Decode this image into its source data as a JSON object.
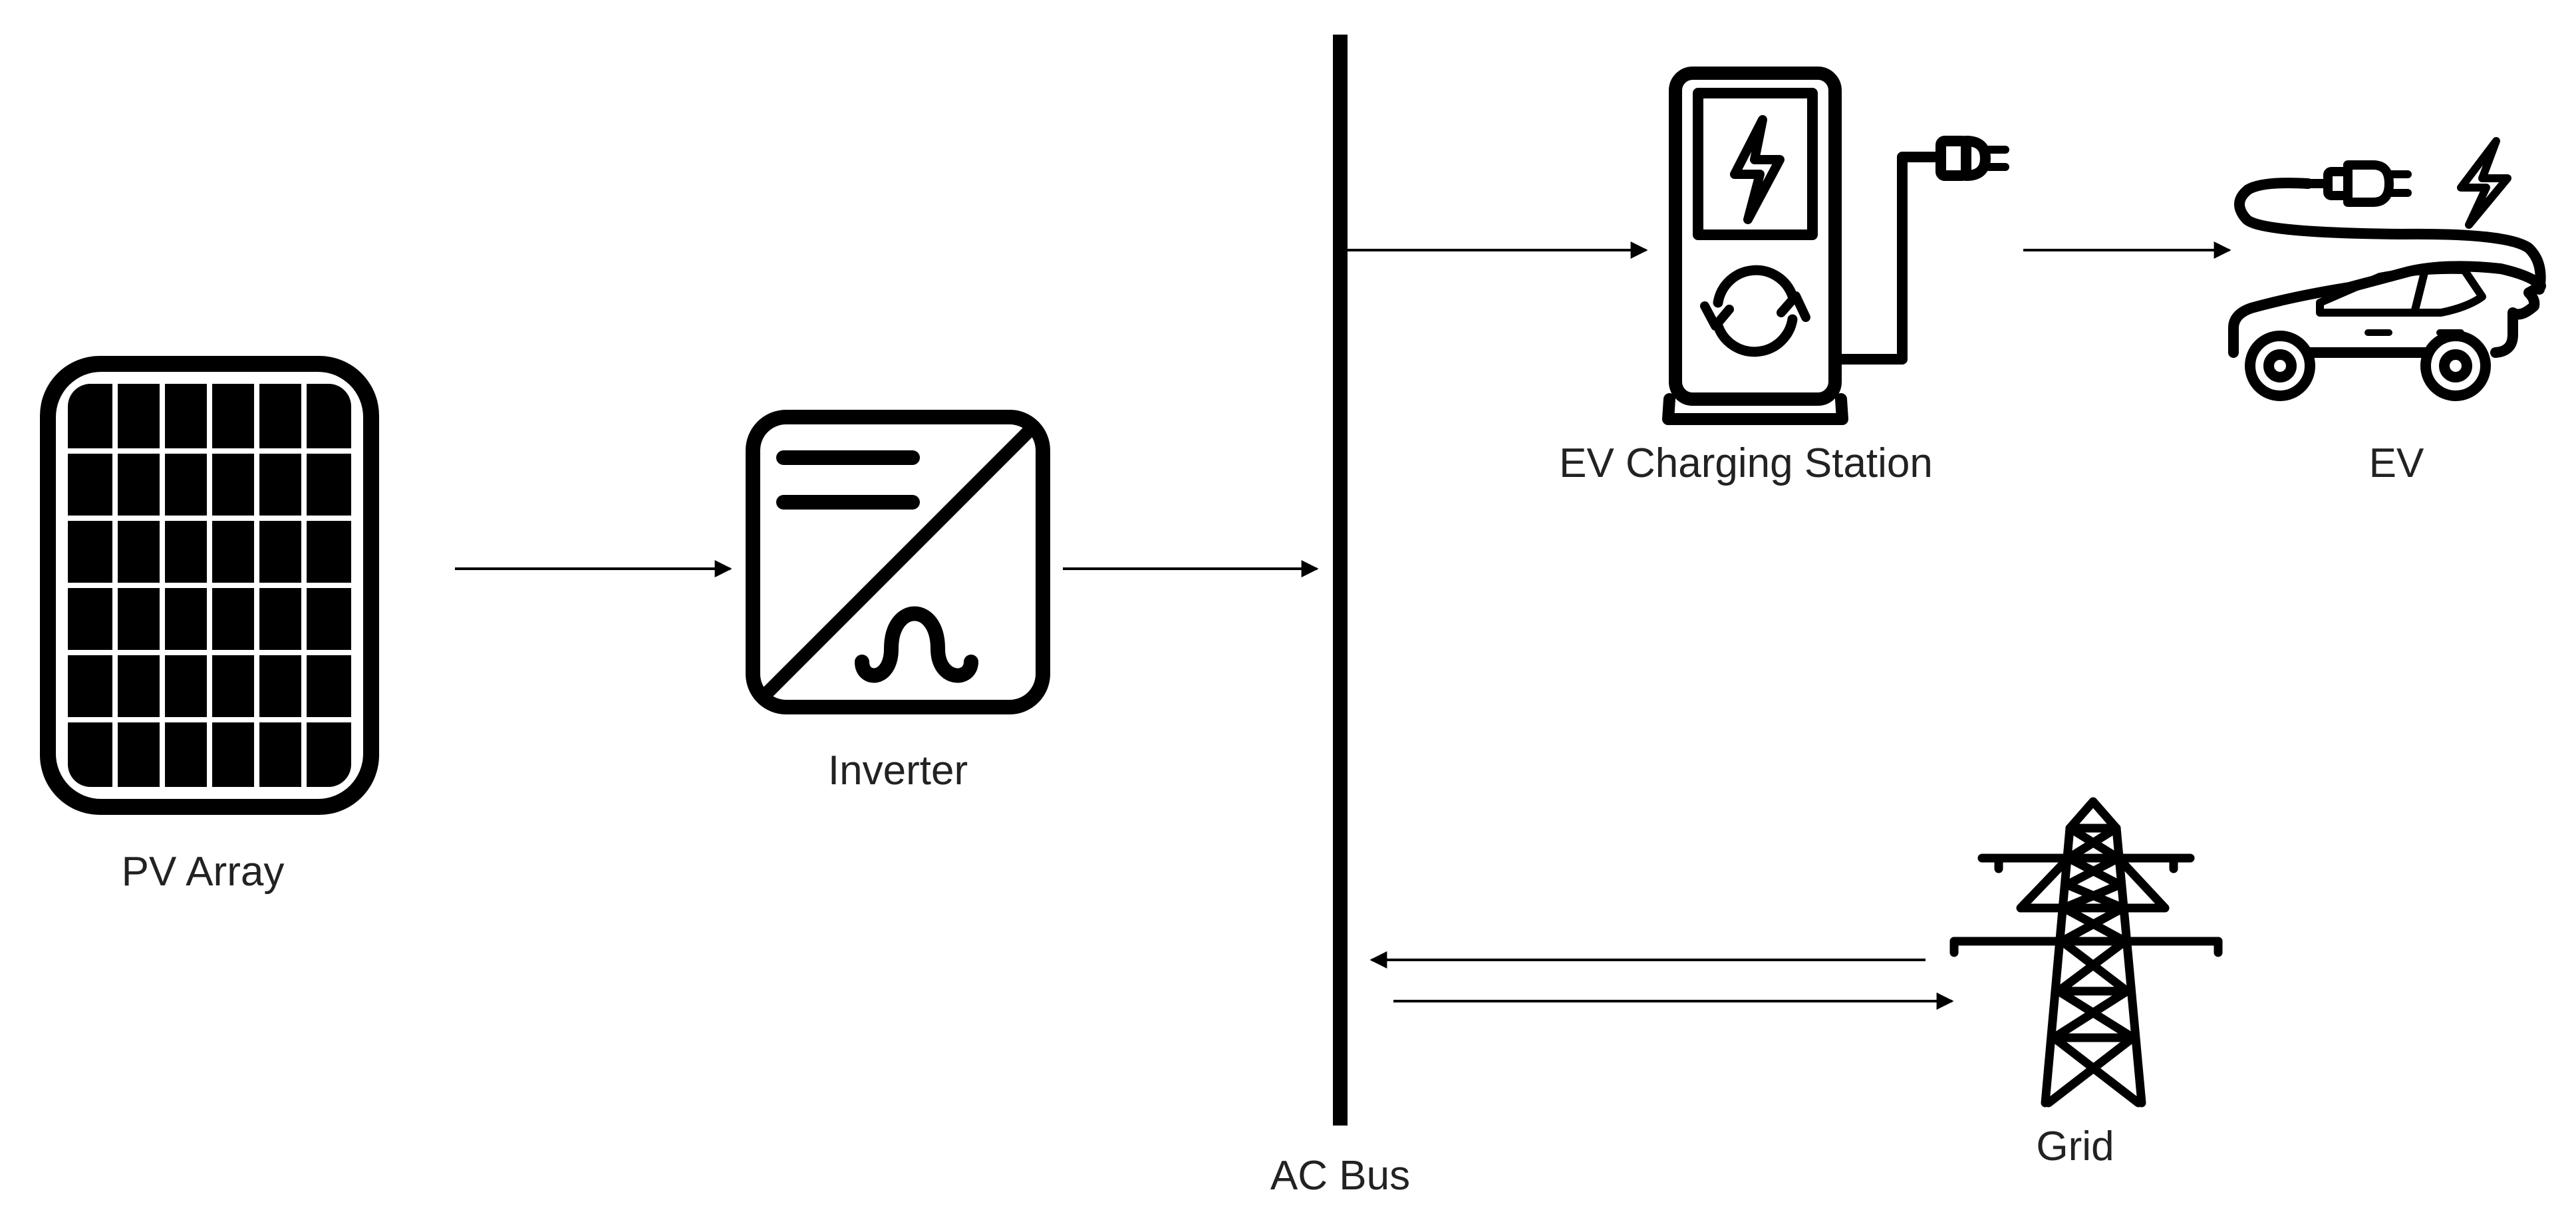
{
  "labels": {
    "pv_array": "PV Array",
    "inverter": "Inverter",
    "ac_bus": "AC Bus",
    "ev_charging_station": "EV Charging Station",
    "ev": "EV",
    "grid": "Grid"
  },
  "icons": {
    "pv_array": "solar-panel-icon",
    "inverter": "inverter-icon",
    "ev_charging_station": "charging-station-icon",
    "ev": "electric-car-icon",
    "grid": "transmission-tower-icon"
  },
  "colors": {
    "stroke": "#000000",
    "background": "#ffffff",
    "text": "#222222"
  }
}
